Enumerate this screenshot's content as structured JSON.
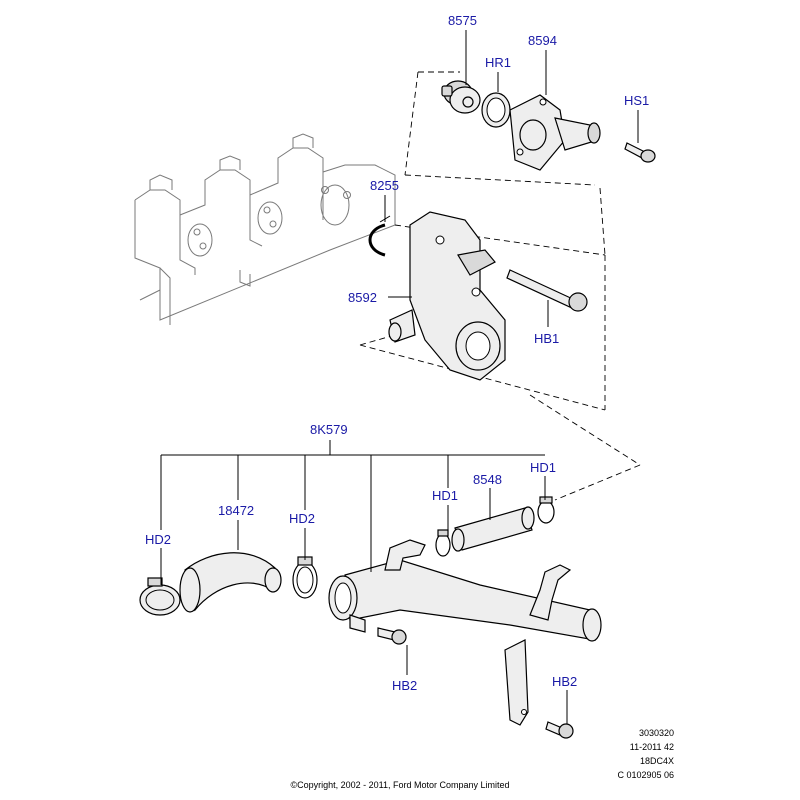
{
  "labels": {
    "p8575": "8575",
    "hr1": "HR1",
    "p8594": "8594",
    "hs1": "HS1",
    "p8255": "8255",
    "p8592": "8592",
    "hb1": "HB1",
    "p8k579": "8K579",
    "hd2_left": "HD2",
    "p18472": "18472",
    "hd2_mid": "HD2",
    "hd1_mid": "HD1",
    "p8548": "8548",
    "hd1_right": "HD1",
    "hb2_left": "HB2",
    "hb2_right": "HB2"
  },
  "meta": {
    "line1": "3030320",
    "line2": "11-2011 42",
    "line3": "18DC4X",
    "line4": "C 0102905 06"
  },
  "copyright": "©Copyright, 2002 - 2011, Ford Motor Company Limited",
  "colors": {
    "label": "#1a1aa6",
    "line": "#000000",
    "engine_outline": "#7a7a7a"
  }
}
